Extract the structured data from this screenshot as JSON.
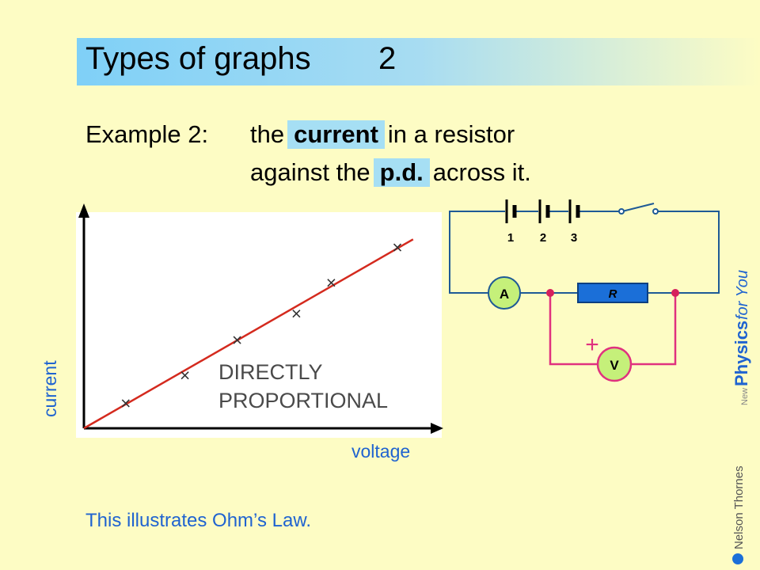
{
  "slide": {
    "title": "Types of graphs",
    "title_number": "2",
    "example_label": "Example 2:",
    "line1_pre": "the",
    "line1_highlight": "current",
    "line1_post": "in a resistor",
    "line2_pre": "against the",
    "line2_highlight": "p.d.",
    "line2_post": "across it.",
    "footer": "This illustrates Ohm’s Law.",
    "colors": {
      "title_bar": "#7fd0f7",
      "highlight": "#a6dff4",
      "background": "#fdfcc4",
      "label_blue": "#1f63d0"
    }
  },
  "chart_data": {
    "type": "scatter",
    "xlabel": "voltage",
    "ylabel": "current",
    "annotation_line1": "DIRECTLY",
    "annotation_line2": "PROPORTIONAL",
    "x_ticks": false,
    "y_ticks": false,
    "fit_line": "red straight line through origin",
    "line_color": "#d42a1e",
    "points": [
      {
        "x": 1.2,
        "y": 0.85
      },
      {
        "x": 2.9,
        "y": 1.8
      },
      {
        "x": 4.4,
        "y": 3.0
      },
      {
        "x": 6.1,
        "y": 3.9
      },
      {
        "x": 7.1,
        "y": 4.95
      },
      {
        "x": 9.0,
        "y": 6.15
      }
    ],
    "fit": {
      "slope": 0.68,
      "intercept": 0
    },
    "xlim": [
      0,
      10
    ],
    "ylim": [
      0,
      7
    ]
  },
  "circuit": {
    "cell_labels": [
      "1",
      "2",
      "3"
    ],
    "ammeter_label": "A",
    "voltmeter_label": "V",
    "resistor_label": "R",
    "plus_sign": "+",
    "colors": {
      "wire": "#1e5a96",
      "voltmeter_wire": "#e0317f",
      "meter_fill": "#c5f07a",
      "resistor": "#1b6fd8"
    }
  },
  "branding": {
    "book_new": "New",
    "book_title_1": "Physics",
    "book_title_2": "for You",
    "publisher": "Nelson Thornes"
  }
}
